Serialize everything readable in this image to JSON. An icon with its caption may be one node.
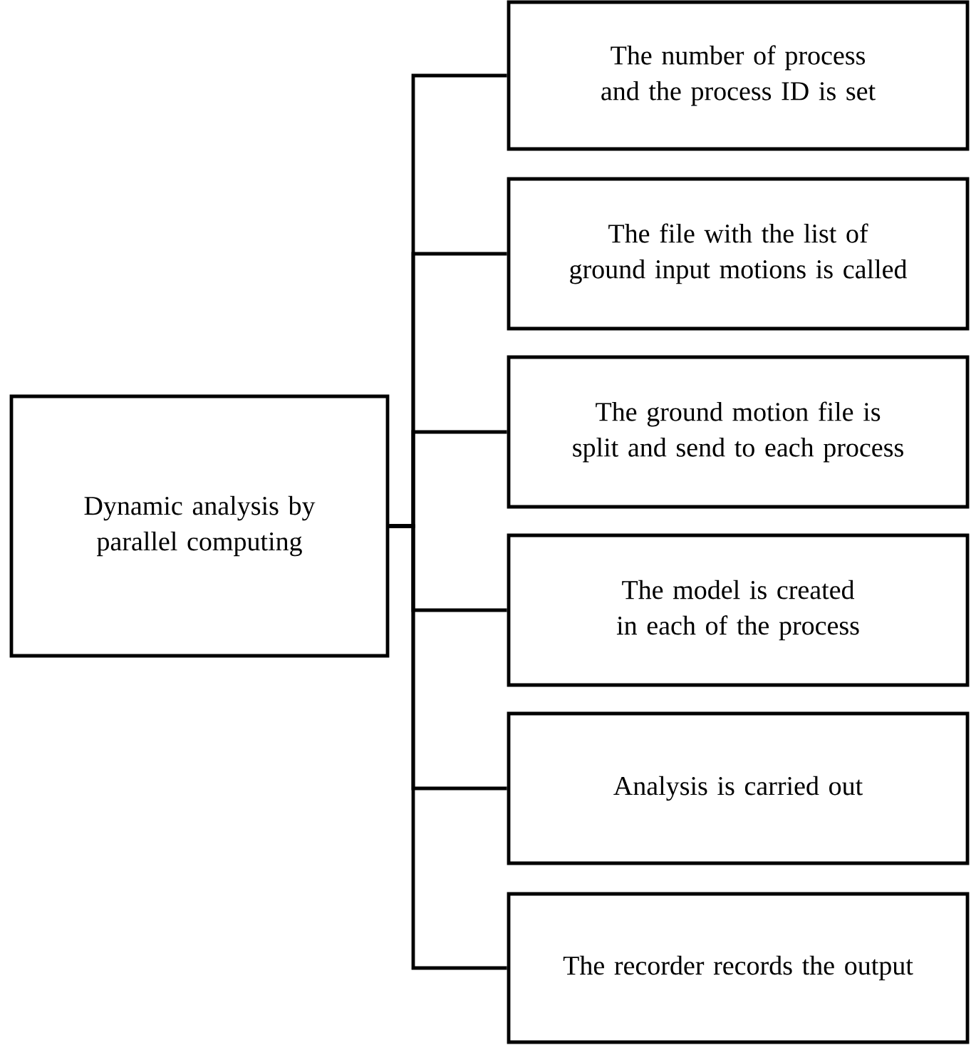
{
  "diagram": {
    "nodes": [
      {
        "text": [
          "Dynamic analysis by parallel computing"
        ]
      },
      {
        "text": [
          "The number of process and the process ID is set"
        ]
      },
      {
        "text": [
          "The file with the list of ground input motions is called"
        ]
      },
      {
        "text": [
          "The ground motion file is split and send to each process"
        ]
      },
      {
        "text": [
          "The model is created in each of the process"
        ]
      },
      {
        "text": [
          "Analysis is carried out"
        ]
      },
      {
        "text": [
          "The recorder records the output"
        ]
      }
    ],
    "edges": [
      {
        "from": 0,
        "to": 1,
        "arrow": "none"
      },
      {
        "from": 0,
        "to": 2,
        "arrow": "none"
      },
      {
        "from": 0,
        "to": 3,
        "arrow": "none"
      },
      {
        "from": 0,
        "to": 4,
        "arrow": "none"
      },
      {
        "from": 0,
        "to": 5,
        "arrow": "none"
      },
      {
        "from": 0,
        "to": 6,
        "arrow": "none"
      }
    ]
  }
}
